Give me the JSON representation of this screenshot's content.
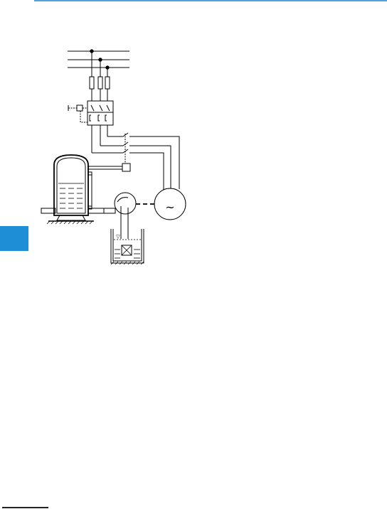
{
  "diagram": {
    "alternating_current_symbol": "~",
    "level_marker": "▽",
    "components": {
      "supply": "three-phase-supply",
      "fuses": "fuse-set",
      "protection": "motor-protection-switch",
      "contactor": "contactor-contacts",
      "tank": "pressure-tank",
      "pressure_switch": "pressure-switch",
      "pump": "pump",
      "motor": "ac-motor",
      "well": "well-reservoir"
    }
  },
  "colors": {
    "accent": "#1e8fd6",
    "top_rule": "#4fa3dc",
    "line": "#000000"
  }
}
